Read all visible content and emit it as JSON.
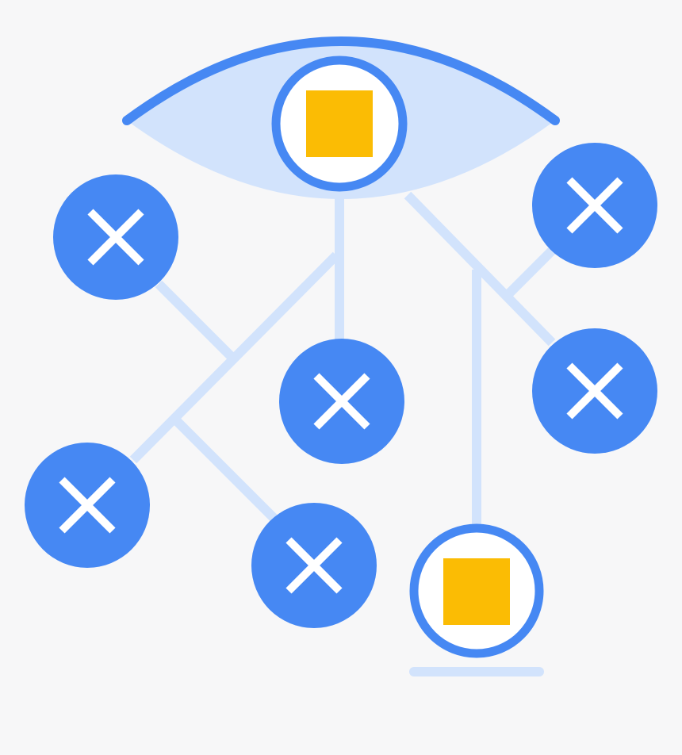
{
  "colors": {
    "background": "#f7f7f8",
    "primary_blue": "#4688f3",
    "light_blue": "#d2e3fc",
    "connector_blue": "#d2e3fc",
    "square_yellow": "#fbbc04",
    "white": "#ffffff"
  },
  "nodes": {
    "eye_center": {
      "kind": "target-square",
      "icon": "yellow-square-icon"
    },
    "bottom_target": {
      "kind": "target-square",
      "icon": "yellow-square-icon"
    },
    "blocked": [
      {
        "id": "left-upper",
        "icon": "close-icon"
      },
      {
        "id": "center",
        "icon": "close-icon"
      },
      {
        "id": "left-lower",
        "icon": "close-icon"
      },
      {
        "id": "bottom-middle",
        "icon": "close-icon"
      },
      {
        "id": "right-upper",
        "icon": "close-icon"
      },
      {
        "id": "right-middle",
        "icon": "close-icon"
      }
    ]
  },
  "eye": {
    "icon": "eye-icon"
  }
}
